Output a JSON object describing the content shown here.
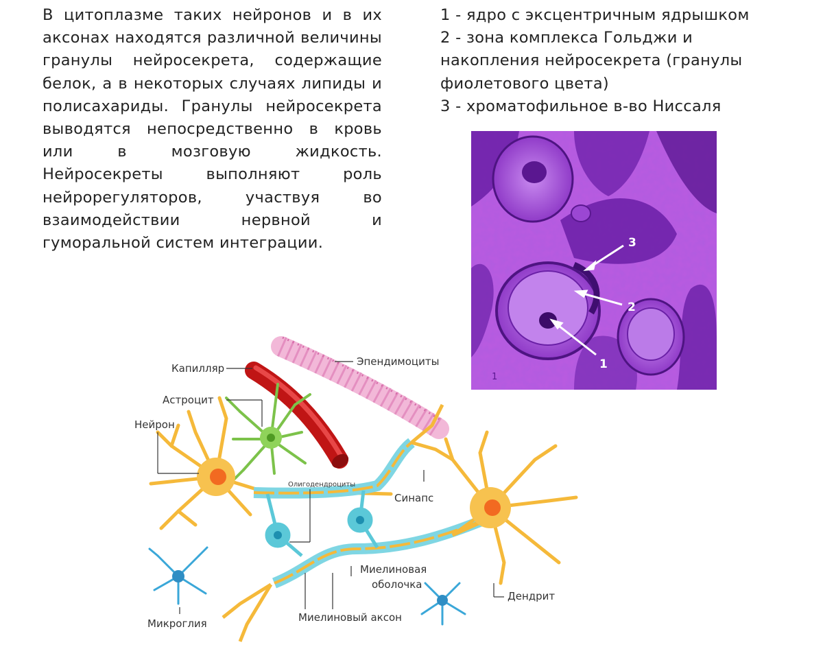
{
  "paragraph": "В цитоплазме таких нейронов и в их аксонах находятся различной величины гранулы нейросекрета, содержащие белок, а в некоторых случаях липиды и полисахариды. Гранулы нейросекрета выводятся непосредственно в кровь или в мозговую жидкость. Нейросекреты выполняют роль нейрорегуляторов, участвуя во взаимодействии нервной и гуморальной систем интеграции.",
  "legend": {
    "line1": "1 - ядро с эксцентричным ядрышком",
    "line2": "2 - зона комплекса Гольджи и",
    "line3": "накопления нейросекрета (гранулы",
    "line4": "фиолетового цвета)",
    "line5": "3 - хроматофильное в-во Ниссаля"
  },
  "micrograph": {
    "markers": [
      "3",
      "2",
      "1"
    ],
    "corner_mark": "1"
  },
  "diagram": {
    "labels": {
      "capillary": "Капилляр",
      "astrocyte": "Астроцит",
      "neuron": "Нейрон",
      "ependymocytes": "Эпендимоциты",
      "oligodendrocytes": "Олигодендроциты",
      "synapse": "Синапс",
      "myelin_sheath_1": "Миелиновая",
      "myelin_sheath_2": "оболочка",
      "dendrite": "Дендрит",
      "microglia": "Микроглия",
      "myelinated_axon": "Миелиновый аксон"
    }
  },
  "colors": {
    "stain": "#8b2fc9",
    "neuron": "#f5b93a",
    "glia": "#5bc8d8",
    "astro": "#79c043",
    "capillary": "#d61d1d"
  }
}
